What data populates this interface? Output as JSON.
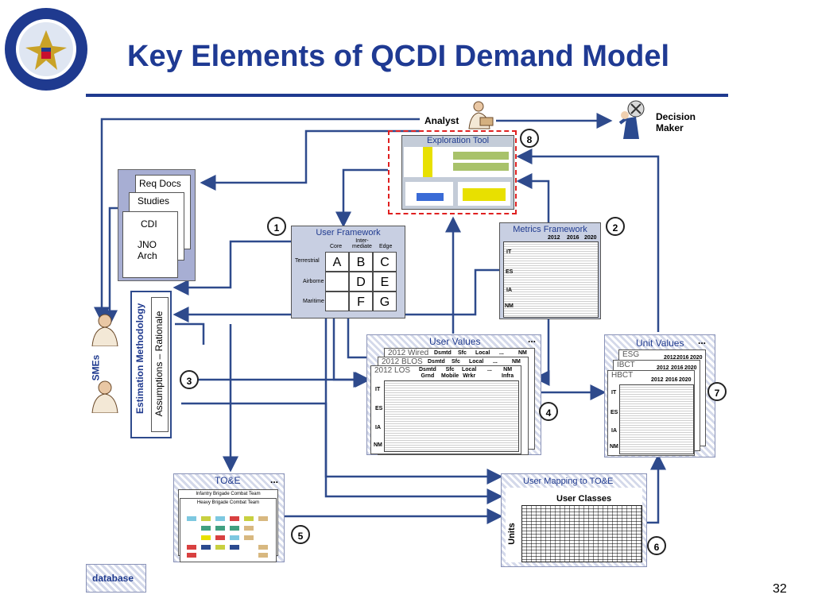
{
  "slide": {
    "title": "Key Elements of QCDI Demand Model",
    "page_number": "32"
  },
  "nodes": {
    "analyst": "Analyst",
    "decision_maker": "Decision\nMaker",
    "exploration_tool": "Exploration Tool",
    "req_docs": "Req Docs",
    "studies": "Studies",
    "cdi": "CDI",
    "jno_arch": "JNO\nArch",
    "user_framework": {
      "title": "User Framework",
      "columns": [
        "Core",
        "Inter-\nmediate",
        "Edge"
      ],
      "rows": [
        "Terrestrial",
        "Airborne",
        "Maritime"
      ],
      "cells": [
        [
          "A",
          "B",
          "C"
        ],
        [
          "",
          "D",
          "E"
        ],
        [
          "",
          "F",
          "G"
        ]
      ]
    },
    "metrics_framework": {
      "title": "Metrics Framework",
      "years": [
        "2012",
        "2016",
        "2020"
      ],
      "row_groups": [
        "IT",
        "ES",
        "IA",
        "NM"
      ]
    },
    "smes": "SMEs",
    "estimation_methodology": "Estimation Methodology",
    "assumptions_rationale": "Assumptions – Rationale",
    "user_values": {
      "title": "User Values",
      "sheets": [
        "2012 Wired",
        "2012 BLOS",
        "2012 LOS"
      ],
      "sheet_columns": [
        [
          "Dsmtd",
          "Sfc",
          "Local",
          "...",
          "NM"
        ],
        [
          "Dsmtd",
          "Sfc",
          "Local",
          "...",
          "NM"
        ],
        [
          "Dsmtd\nGrnd",
          "Sfc\nMobile",
          "Local\nWrkr",
          "...",
          "NM\nInfra"
        ]
      ],
      "row_groups": [
        "IT",
        "ES",
        "IA",
        "NM"
      ],
      "ellipsis": "..."
    },
    "unit_values": {
      "title": "Unit Values",
      "sheets": [
        "ESG",
        "IBCT",
        "HBCT"
      ],
      "years": [
        "2012",
        "2016",
        "2020"
      ],
      "row_groups": [
        "IT",
        "ES",
        "IA",
        "NM"
      ],
      "ellipsis": "..."
    },
    "toe": {
      "title": "TO&E",
      "sheets": [
        "Infantry Brigade Combat Team",
        "Heavy Brigade Combat Team"
      ],
      "ellipsis": "..."
    },
    "user_mapping": {
      "title": "User Mapping to TO&E",
      "columns_label": "User Classes",
      "rows_label": "Units"
    },
    "database_legend": "database"
  },
  "step_numbers": [
    "1",
    "2",
    "3",
    "4",
    "5",
    "6",
    "7",
    "8"
  ],
  "colors": {
    "title": "#1f3a93",
    "arrow": "#2e4a8c",
    "highlight_border": "#e02020",
    "yellow": "#e8e000",
    "green": "#a8c26a"
  }
}
